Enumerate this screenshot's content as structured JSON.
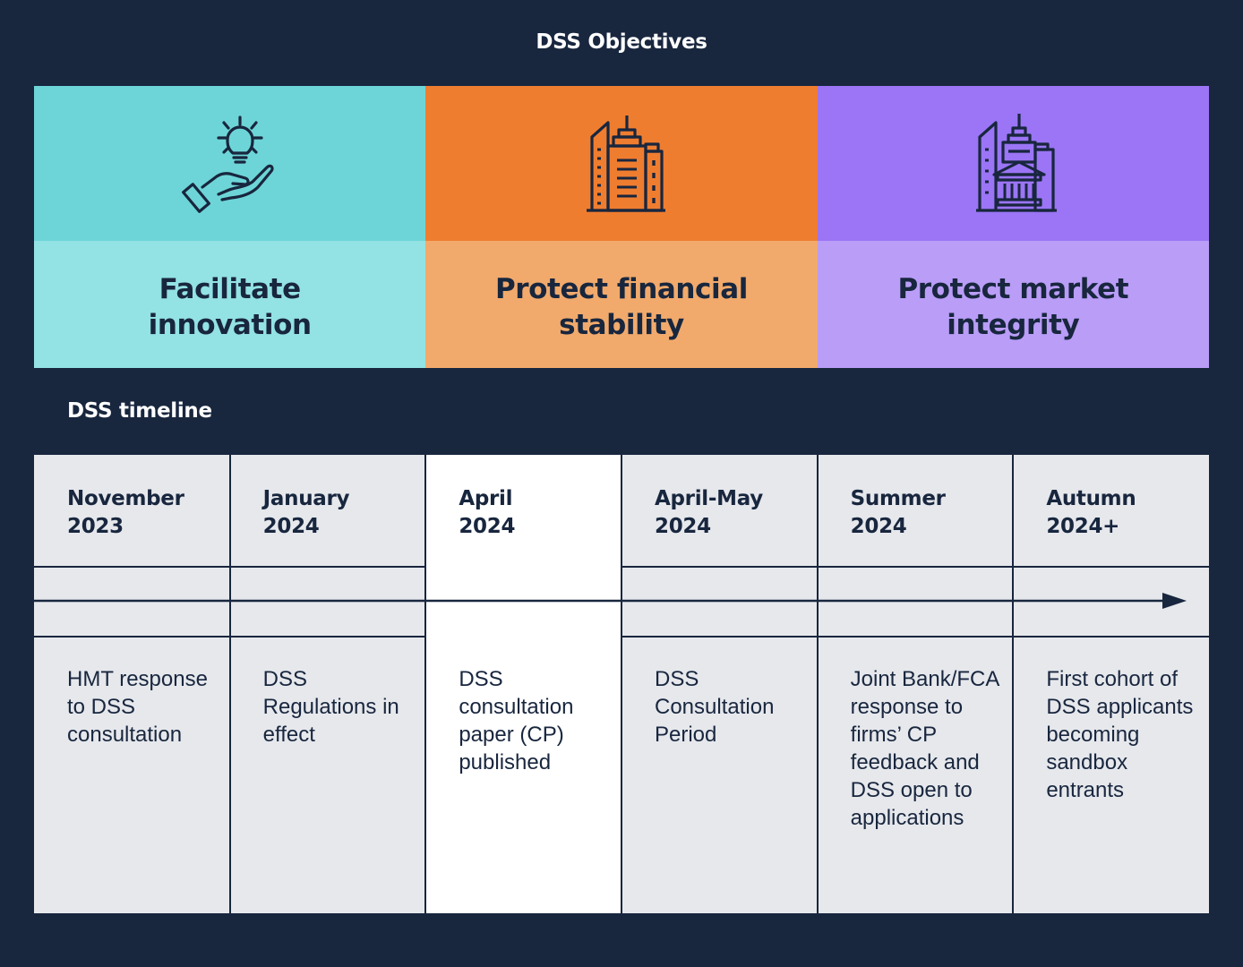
{
  "objectives": {
    "title": "DSS Objectives",
    "items": [
      {
        "label": "Facilitate innovation",
        "icon": "lightbulb-hand-icon",
        "top_color": "#6dd5d7",
        "bottom_color": "#93e2e4"
      },
      {
        "label": "Protect financial stability",
        "icon": "buildings-icon",
        "top_color": "#ef7d30",
        "bottom_color": "#f1aa6c"
      },
      {
        "label": "Protect market integrity",
        "icon": "government-building-icon",
        "top_color": "#9b75f5",
        "bottom_color": "#b99df7"
      }
    ]
  },
  "timeline": {
    "title": "DSS timeline",
    "highlight_color": "#ffffff",
    "cell_color": "#e6e8ec",
    "line_color": "#18263e",
    "items": [
      {
        "date": "November\n2023",
        "description": "HMT response to DSS consultation"
      },
      {
        "date": "January\n2024",
        "description": "DSS Regulations in effect"
      },
      {
        "date": "April\n2024",
        "description": "DSS consultation paper (CP) published",
        "highlighted": true
      },
      {
        "date": "April-May\n2024",
        "description": "DSS Consultation Period"
      },
      {
        "date": "Summer\n2024",
        "description": "Joint Bank/FCA response to firms’ CP feedback and DSS open to applications"
      },
      {
        "date": "Autumn\n2024+",
        "description": "First cohort of DSS applicants becoming sandbox entrants"
      }
    ]
  }
}
